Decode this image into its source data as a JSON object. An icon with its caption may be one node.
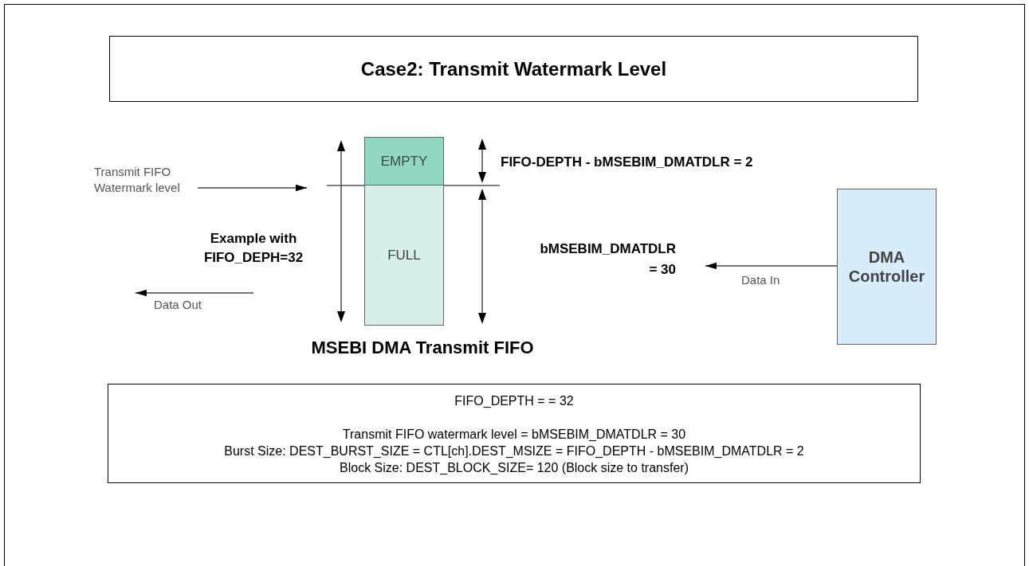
{
  "diagram": {
    "title": "Case2: Transmit Watermark Level",
    "nodes": [
      {
        "text": [
          "Transmit FIFO Watermark level"
        ]
      },
      {
        "text": [
          "EMPTY"
        ]
      },
      {
        "text": [
          "FULL"
        ]
      },
      {
        "text": [
          "DMA Controller"
        ]
      },
      {
        "text": [
          "FIFO_DEPTH = = 32",
          "Transmit FIFO watermark level = bMSEBIM_DMATDLR = 30",
          "Burst Size: DEST_BURST_SIZE = CTL[ch].DEST_MSIZE = FIFO_DEPTH - bMSEBIM_DMATDLR = 2",
          "Block Size: DEST_BLOCK_SIZE= 120 (Block size to transfer)"
        ]
      }
    ],
    "edges": [
      {
        "from": 0,
        "to": null,
        "arrow": "to"
      },
      {
        "from": 3,
        "to": null,
        "arrow": "to",
        "label": "Data In"
      }
    ],
    "labels": [
      "FIFO-DEPTH - bMSEBIM_DMATDLR = 2",
      "Example with FIFO_DEPH=32",
      "bMSEBIM_DMATDLR = 30",
      "Data Out",
      "MSEBI DMA Transmit FIFO"
    ]
  }
}
